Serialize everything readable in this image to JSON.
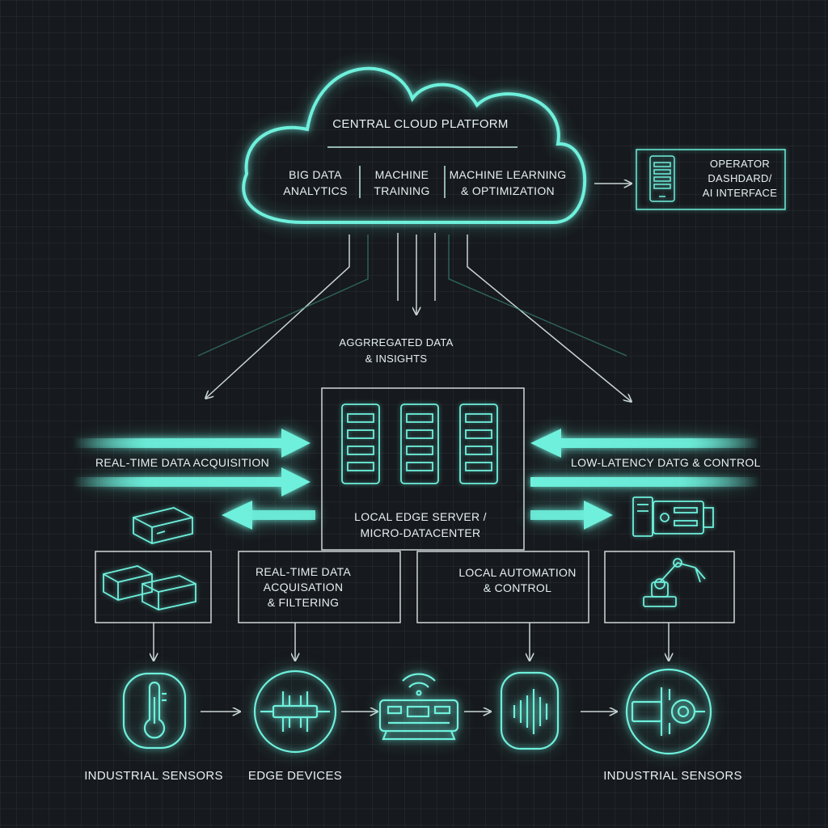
{
  "accent": "#6ef0dc",
  "background": "#16191d",
  "cloud": {
    "title": "CENTRAL CLOUD PLATFORM",
    "col1": "BIG DATA\nANALYTICS",
    "col2": "MACHINE\nTRAINING",
    "col3": "MACHINE LEARNING\n& OPTIMIZATION"
  },
  "operator": {
    "label": "OPERATOR\nDASHDARD/\nAI INTERFACE",
    "icon": "tablet-icon"
  },
  "aggregated": "AGGRREGATED DATA\n& INSIGHTS",
  "edge_server": {
    "label": "LOCAL EDGE SERVER /\nMICRO-DATACENTER",
    "icon": "server-rack-icon"
  },
  "left_flow": "REAL-TIME DATA ACQUISITION",
  "right_flow": "LOW-LATENCY DATG & CONTROL",
  "boxes": {
    "acquisition": "REAL-TIME DATA\nACQUISATION\n& FILTERING",
    "automation": "LOCAL AUTOMATION\n& CONTROL"
  },
  "bottom": {
    "left_label": "INDUSTRIAL SENSORS",
    "mid_label": "EDGE DEVICES",
    "right_label": "INDUSTRIAL SENSORS",
    "icons": [
      "thermometer-icon",
      "circuit-board-icon",
      "wifi-router-icon",
      "waveform-icon",
      "motor-icon"
    ]
  }
}
